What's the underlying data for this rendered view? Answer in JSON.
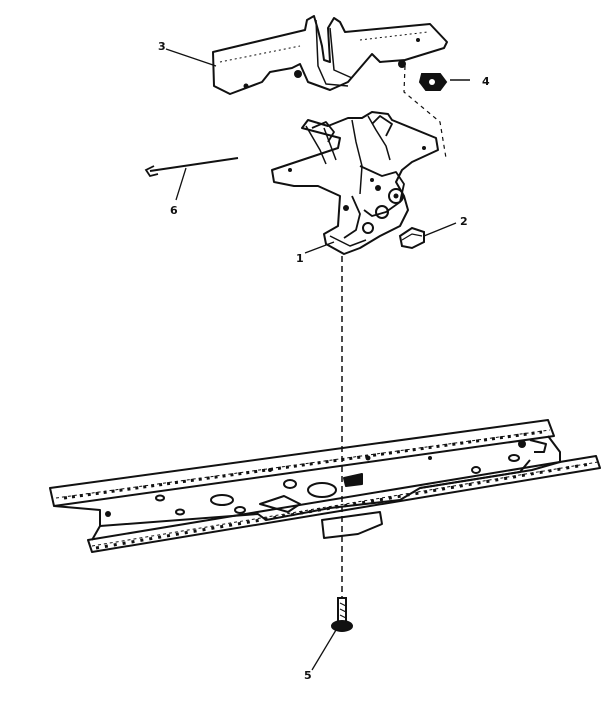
{
  "diagram": {
    "ink_color": "#111111",
    "paper_color": "#ffffff",
    "parts": [
      {
        "id": "part-1",
        "callout": "1"
      },
      {
        "id": "part-2",
        "callout": "2"
      },
      {
        "id": "part-3",
        "callout": "3"
      },
      {
        "id": "part-4",
        "callout": "4"
      },
      {
        "id": "part-5",
        "callout": "5"
      },
      {
        "id": "part-6",
        "callout": "6"
      }
    ]
  }
}
